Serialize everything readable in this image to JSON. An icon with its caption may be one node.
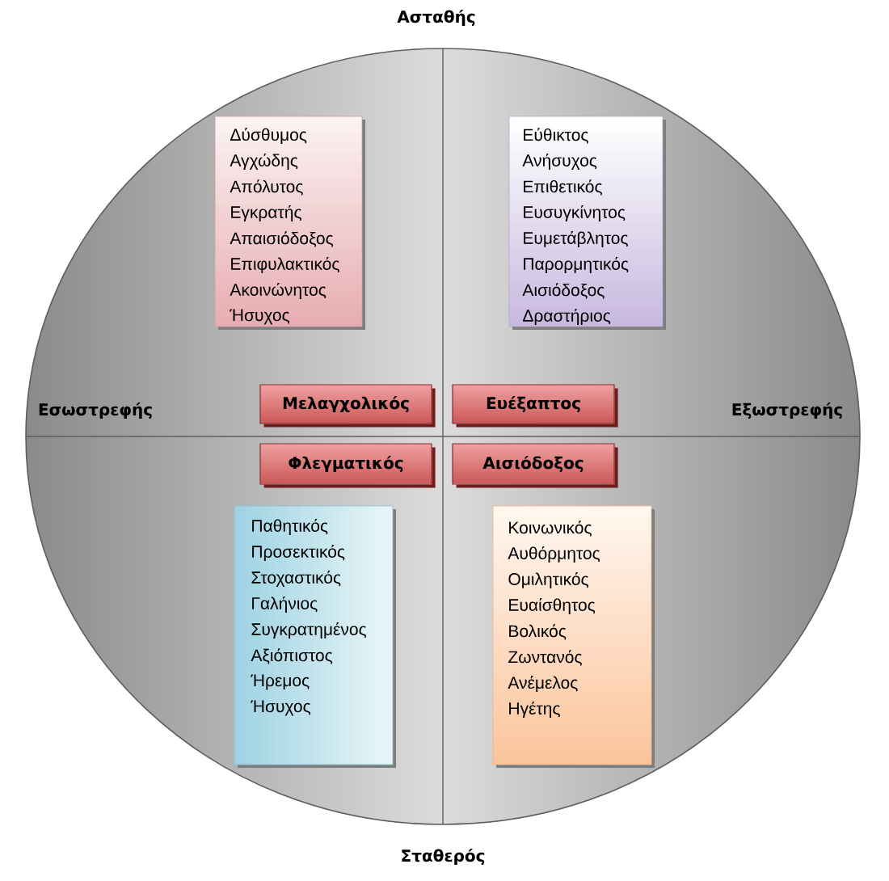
{
  "diagram": {
    "nodes": [
      {
        "text": [],
        "shape": "circle"
      },
      {
        "text": [
          "Δύσθυμος",
          "Αγχώδης",
          "Απόλυτος",
          "Εγκρατής",
          "Απαισιόδοξος",
          "Επιφυλακτικός",
          "Ακοινώνητος",
          "Ήσυχος"
        ],
        "in": 0
      },
      {
        "text": [
          "Εύθικτος",
          "Ανήσυχος",
          "Επιθετικός",
          "Ευσυγκίνητος",
          "Ευμετάβλητος",
          "Παρορμητικός",
          "Αισιόδοξος",
          "Δραστήριος"
        ],
        "in": 0
      },
      {
        "text": [
          "Μελαγχολικός"
        ],
        "in": 0
      },
      {
        "text": [
          "Ευέξαπτος"
        ],
        "in": 0
      },
      {
        "text": [
          "Φλεγματικός"
        ],
        "in": 0
      },
      {
        "text": [
          "Αισιόδοξος"
        ],
        "in": 0
      },
      {
        "text": [
          "Παθητικός",
          "Προσεκτικός",
          "Στοχαστικός",
          "Γαλήνιος",
          "Συγκρατημένος",
          "Αξιόπιστος",
          "Ήρεμος",
          "Ήσυχος"
        ],
        "in": 0
      },
      {
        "text": [
          "Κοινωνικός",
          "Αυθόρμητος",
          "Ομιλητικός",
          "Ευαίσθητος",
          "Βολικός",
          "Ζωντανός",
          "Ανέμελος",
          "Ηγέτης"
        ],
        "in": 0
      }
    ],
    "labels": [
      "Ασταθής",
      "Εσωστρεφής",
      "Εξωστρεφής",
      "Σταθερός"
    ]
  }
}
